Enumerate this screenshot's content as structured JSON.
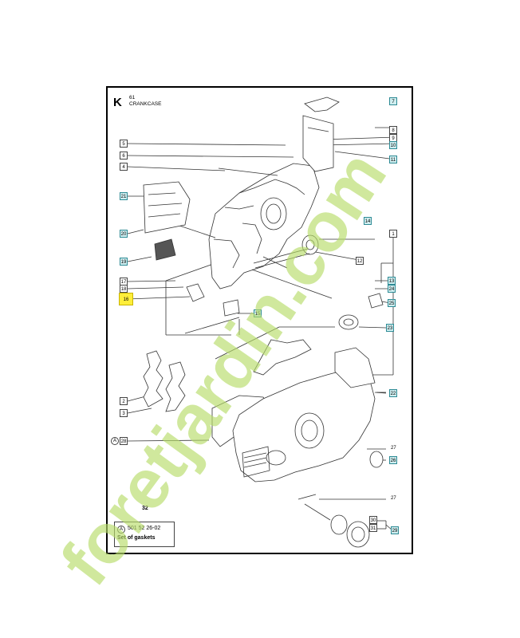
{
  "section": {
    "letter": "K",
    "number": "61",
    "title": "CRANKCASE"
  },
  "callouts": [
    {
      "id": "c1",
      "label": "7"
    },
    {
      "id": "c2",
      "label": "8"
    },
    {
      "id": "c3",
      "label": "9"
    },
    {
      "id": "c4",
      "label": "10"
    },
    {
      "id": "c5",
      "label": "11"
    },
    {
      "id": "c6",
      "label": "5"
    },
    {
      "id": "c7",
      "label": "6"
    },
    {
      "id": "c8",
      "label": "4"
    },
    {
      "id": "c9",
      "label": "21"
    },
    {
      "id": "c10",
      "label": "20"
    },
    {
      "id": "c11",
      "label": "14"
    },
    {
      "id": "c12",
      "label": "1"
    },
    {
      "id": "c13",
      "label": "19"
    },
    {
      "id": "c14",
      "label": "12"
    },
    {
      "id": "c15",
      "label": "17"
    },
    {
      "id": "c16",
      "label": "18"
    },
    {
      "id": "c17",
      "label": "13"
    },
    {
      "id": "c18",
      "label": "24"
    },
    {
      "id": "c19",
      "label": "16"
    },
    {
      "id": "c20",
      "label": "25"
    },
    {
      "id": "c21",
      "label": "15"
    },
    {
      "id": "c22",
      "label": "23"
    },
    {
      "id": "c23",
      "label": "2"
    },
    {
      "id": "c24",
      "label": "3"
    },
    {
      "id": "c25",
      "label": "22"
    },
    {
      "id": "c26",
      "label": "26"
    },
    {
      "id": "c27",
      "label": "28"
    },
    {
      "id": "c28",
      "label": "30"
    },
    {
      "id": "c29",
      "label": "31"
    },
    {
      "id": "c30",
      "label": "29"
    }
  ],
  "plain_numbers": [
    {
      "id": "p1",
      "label": "27"
    },
    {
      "id": "p2",
      "label": "27"
    }
  ],
  "gasket_marker": "A",
  "gasket_kit": {
    "number": "32",
    "part_number": "501 52 26-02",
    "description": "Set of gaskets"
  },
  "watermark": {
    "text": "foretjardin.com",
    "color_green": "#b7dd6a",
    "color_gray": "#cfc8bd"
  },
  "colors": {
    "highlight": "#ffee3a",
    "callout_fill": "#cfeef0",
    "callout_border": "#2d8a94"
  }
}
